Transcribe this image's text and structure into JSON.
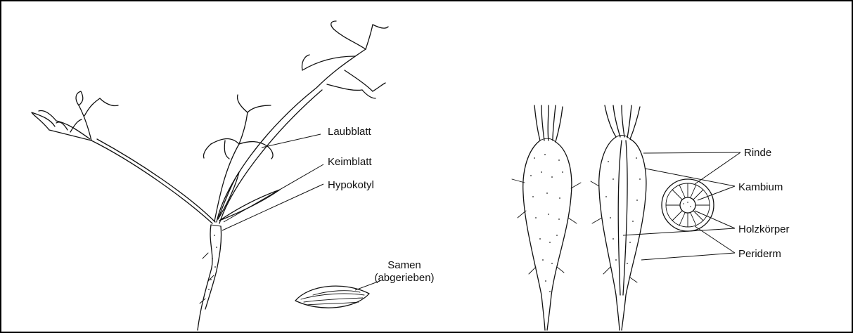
{
  "labels": {
    "laubblatt": "Laubblatt",
    "keimblatt": "Keimblatt",
    "hypokotyl": "Hypokotyl",
    "samen_line1": "Samen",
    "samen_line2": "(abgerieben)",
    "rinde": "Rinde",
    "kambium": "Kambium",
    "holzkoerper": "Holzkörper",
    "periderm": "Periderm"
  },
  "colors": {
    "ink": "#111111",
    "background": "#ffffff",
    "border": "#000000"
  }
}
